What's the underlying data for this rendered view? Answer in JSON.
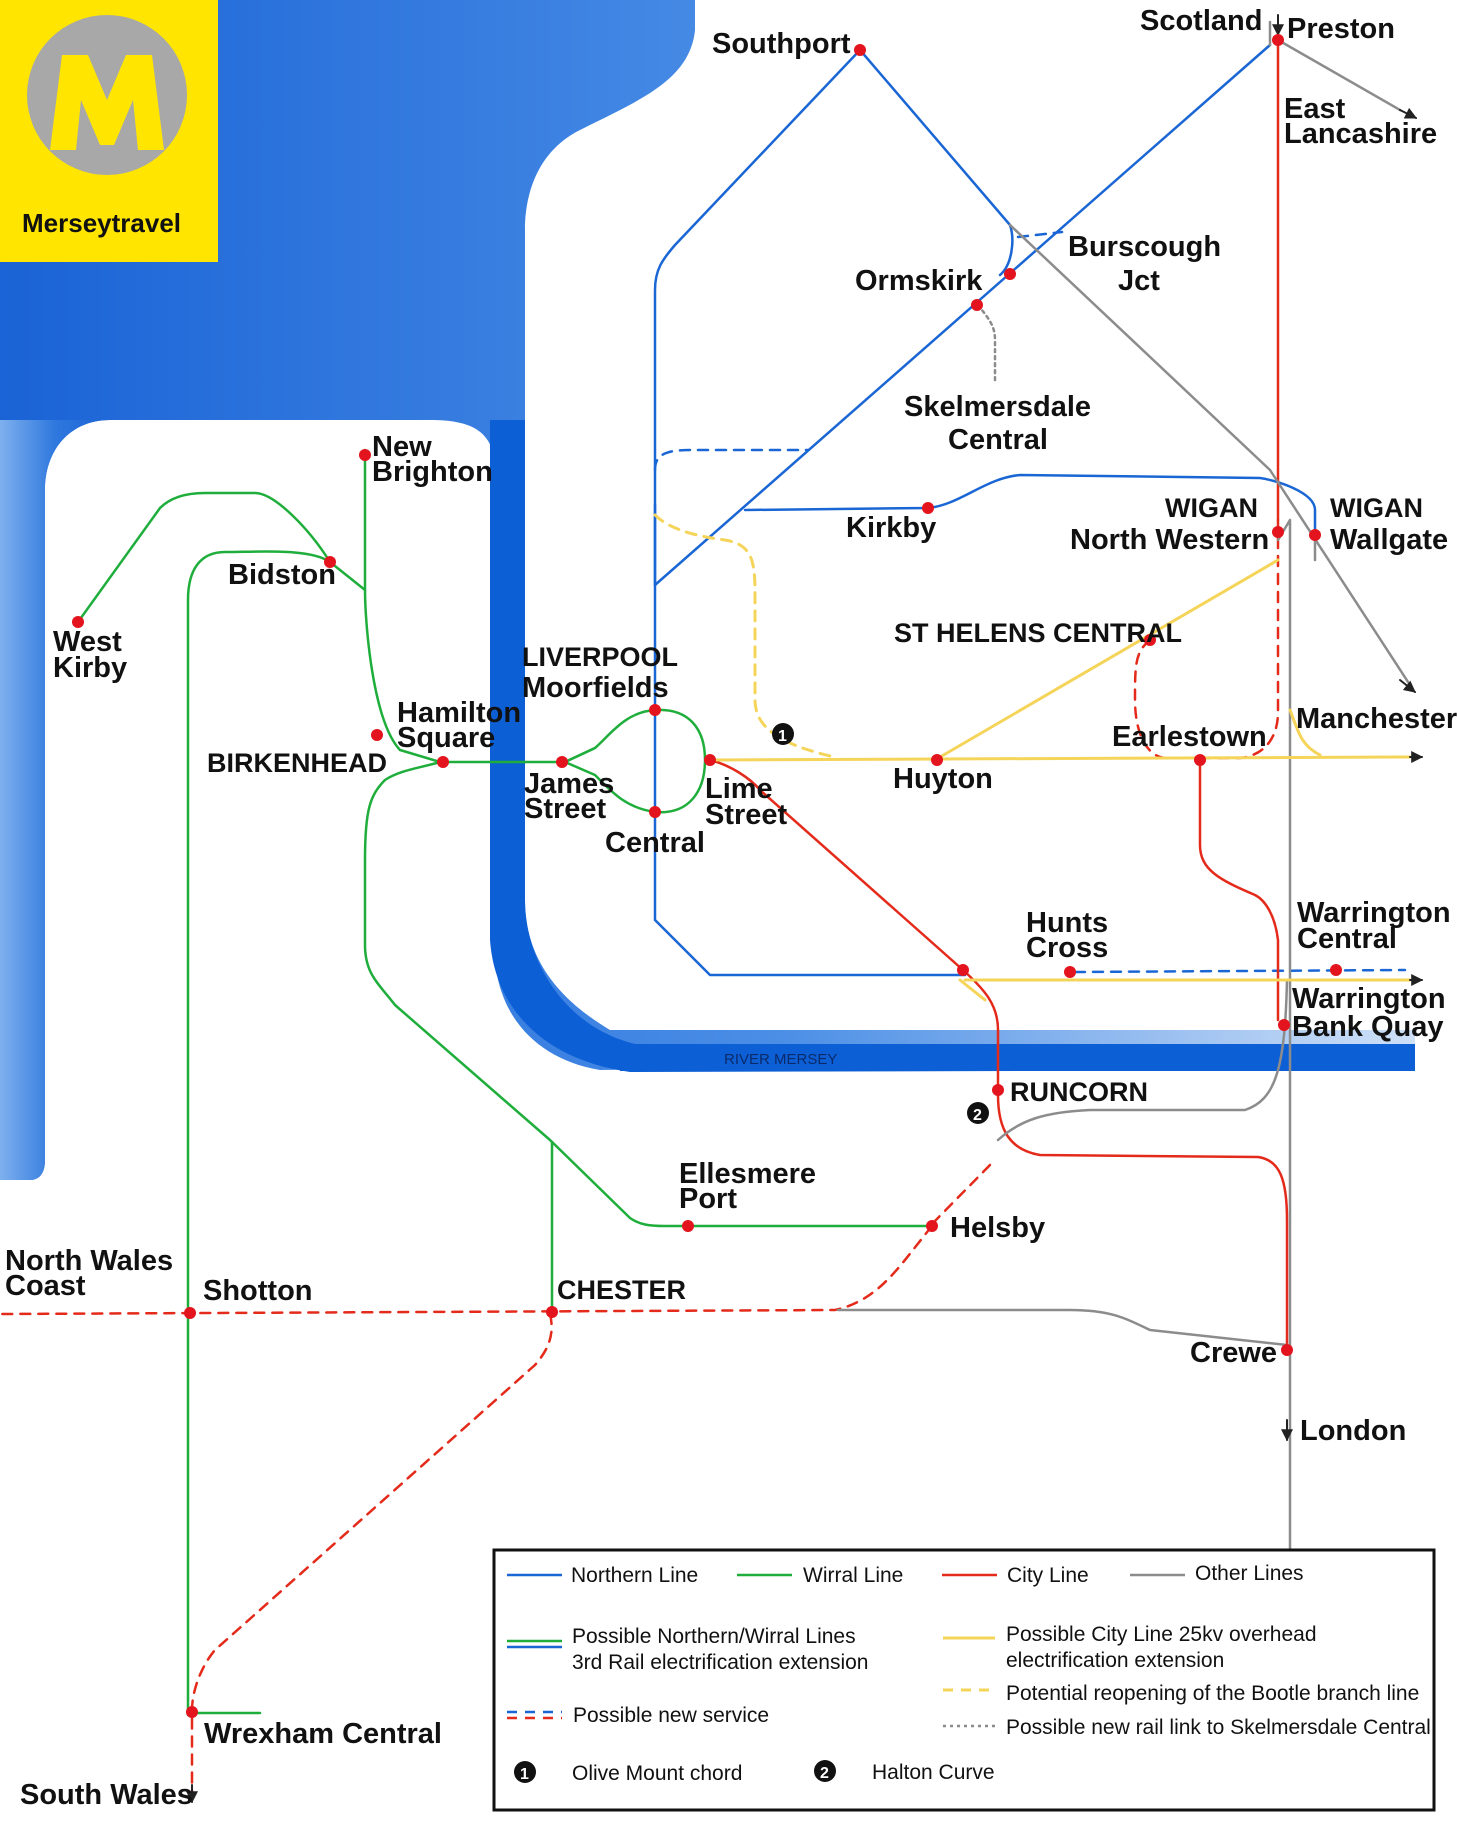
{
  "brand": {
    "name": "Merseytravel",
    "logo_letter": "M",
    "colors": {
      "logo_bg": "#ffe500",
      "logo_circle": "#a8a8a8",
      "logo_letter": "#ffe500"
    }
  },
  "colors": {
    "northern": "#1a66d4",
    "wirral": "#1fae3c",
    "city": "#e42a1a",
    "other": "#8c8c8c",
    "overhead": "#f5d45a",
    "station": "#e3141d",
    "water": "#1f6fd8",
    "river": "#0d5fd6"
  },
  "river_label": "RIVER MERSEY",
  "stations": {
    "southport": "Southport",
    "scotland": "Scotland",
    "preston": "Preston",
    "east_lancashire": [
      "East",
      "Lancashire"
    ],
    "burscough_jct": [
      "Burscough",
      "Jct"
    ],
    "ormskirk": "Ormskirk",
    "skelmersdale": [
      "Skelmersdale",
      "Central"
    ],
    "new_brighton": [
      "New",
      "Brighton"
    ],
    "bidston": "Bidston",
    "west_kirby": [
      "West",
      "Kirby"
    ],
    "kirkby": "Kirkby",
    "wigan_nw": [
      "WIGAN",
      "North Western"
    ],
    "wigan_wallgate": [
      "WIGAN",
      "Wallgate"
    ],
    "st_helens": "ST HELENS CENTRAL",
    "liverpool_moorfields": [
      "LIVERPOOL",
      "Moorfields"
    ],
    "hamilton_square": [
      "Hamilton",
      "Square"
    ],
    "birkenhead": "BIRKENHEAD",
    "james_street": [
      "James",
      "Street"
    ],
    "central": "Central",
    "lime_street": [
      "Lime",
      "Street"
    ],
    "huyton": "Huyton",
    "earlestown": "Earlestown",
    "manchester": "Manchester",
    "hunts_cross": [
      "Hunts",
      "Cross"
    ],
    "warrington_central": [
      "Warrington",
      "Central"
    ],
    "warrington_bq": [
      "Warrington",
      "Bank Quay"
    ],
    "runcorn": "RUNCORN",
    "ellesmere_port": [
      "Ellesmere",
      "Port"
    ],
    "helsby": "Helsby",
    "north_wales_coast": [
      "North Wales",
      "Coast"
    ],
    "shotton": "Shotton",
    "chester": "CHESTER",
    "crewe": "Crewe",
    "london": "London",
    "wrexham": "Wrexham Central",
    "south_wales": "South Wales"
  },
  "markers": {
    "one": "1",
    "two": "2"
  },
  "legend": {
    "northern": "Northern Line",
    "wirral": "Wirral Line",
    "city": "City Line",
    "other": "Other Lines",
    "possible_nw_1": "Possible Northern/Wirral Lines",
    "possible_nw_2": "3rd Rail electrification extension",
    "possible_city_1": "Possible City Line 25kv overhead",
    "possible_city_2": "electrification extension",
    "bootle": "Potential reopening of the Bootle branch line",
    "new_service": "Possible new service",
    "skelmersdale_link": "Possible new rail link to Skelmersdale Central",
    "olive_mount": "Olive Mount chord",
    "halton": "Halton Curve"
  }
}
